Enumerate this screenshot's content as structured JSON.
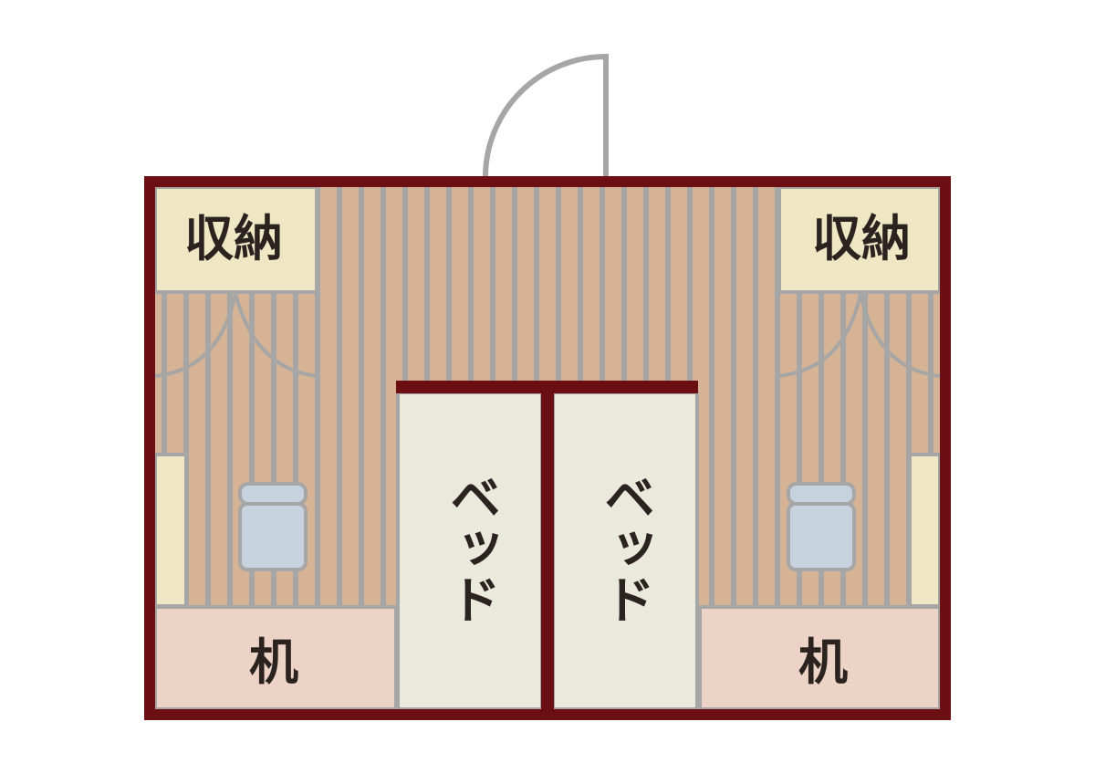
{
  "labels": {
    "storage_left": "収納",
    "storage_right": "収納",
    "bed_left": "ベッド",
    "bed_right": "ベッド",
    "desk_left": "机",
    "desk_right": "机"
  },
  "colors": {
    "wall": "#6b0f12",
    "floor": "#d6b394",
    "floor_stripe": "#a6a6a6",
    "storage": "#efe7c4",
    "bed": "#eaeadc",
    "desk": "#ecd3c6",
    "chair": "#c6d3df",
    "shelf": "#efe7c4",
    "door": "#a6a6a6"
  }
}
